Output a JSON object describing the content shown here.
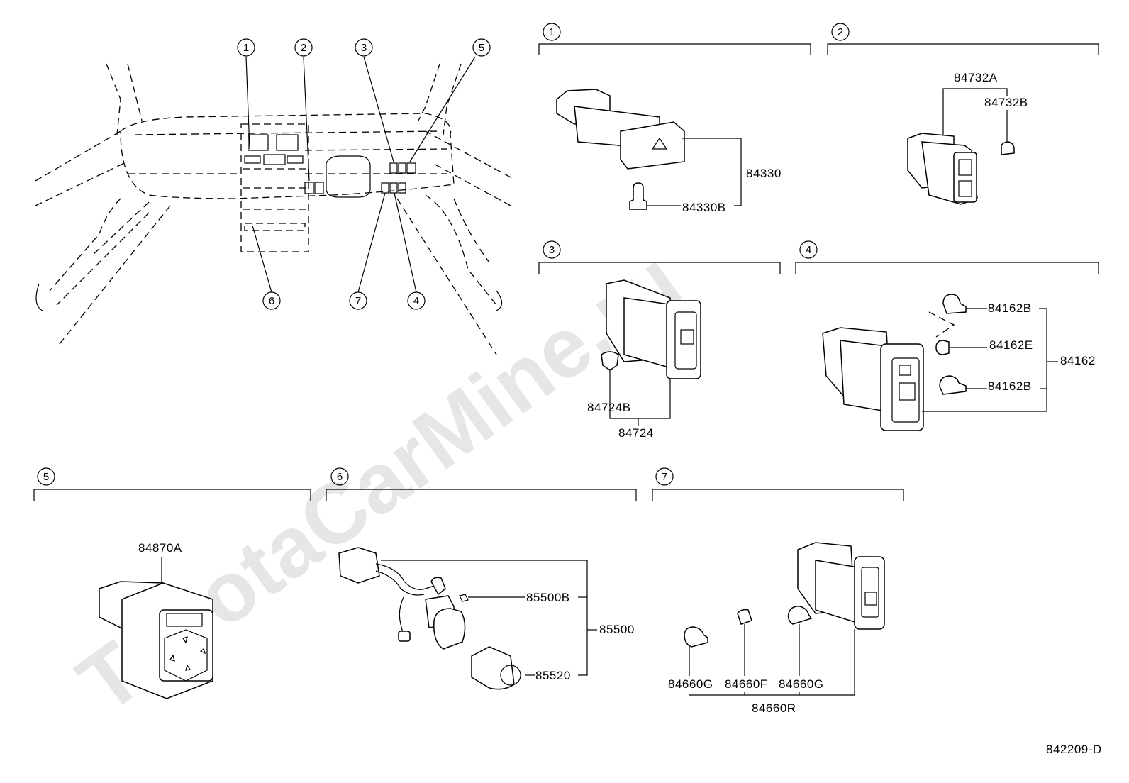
{
  "watermark": "ToyotaCarMine.ru",
  "diagram_code": "842209-D",
  "overview_callouts": [
    "1",
    "2",
    "3",
    "5",
    "6",
    "7",
    "4"
  ],
  "sections": [
    {
      "id": "1",
      "parts": [
        "84330",
        "84330B"
      ]
    },
    {
      "id": "2",
      "parts": [
        "84732A",
        "84732B"
      ]
    },
    {
      "id": "3",
      "parts": [
        "84724B",
        "84724"
      ]
    },
    {
      "id": "4",
      "parts": [
        "84162B",
        "84162E",
        "84162",
        "84162B"
      ]
    },
    {
      "id": "5",
      "parts": [
        "84870A"
      ]
    },
    {
      "id": "6",
      "parts": [
        "85500B",
        "85500",
        "85520"
      ]
    },
    {
      "id": "7",
      "parts": [
        "84660G",
        "84660F",
        "84660G",
        "84660R"
      ]
    }
  ]
}
